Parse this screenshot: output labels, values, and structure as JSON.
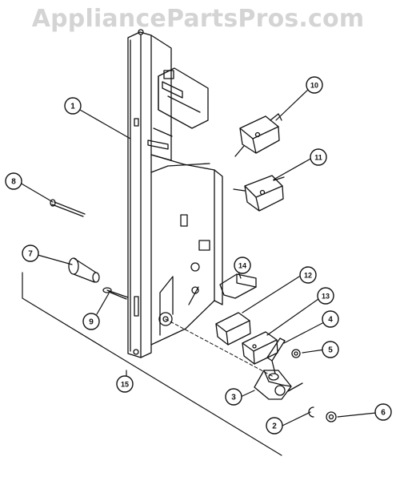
{
  "watermark": "AppliancePartsPros.com",
  "callouts": [
    {
      "id": "1",
      "label": "1"
    },
    {
      "id": "2",
      "label": "2"
    },
    {
      "id": "3",
      "label": "3"
    },
    {
      "id": "4",
      "label": "4"
    },
    {
      "id": "5",
      "label": "5"
    },
    {
      "id": "6",
      "label": "6"
    },
    {
      "id": "7",
      "label": "7"
    },
    {
      "id": "8",
      "label": "8"
    },
    {
      "id": "9",
      "label": "9"
    },
    {
      "id": "10",
      "label": "10"
    },
    {
      "id": "11",
      "label": "11"
    },
    {
      "id": "12",
      "label": "12"
    },
    {
      "id": "13",
      "label": "13"
    },
    {
      "id": "14",
      "label": "14"
    },
    {
      "id": "15",
      "label": "15"
    }
  ]
}
